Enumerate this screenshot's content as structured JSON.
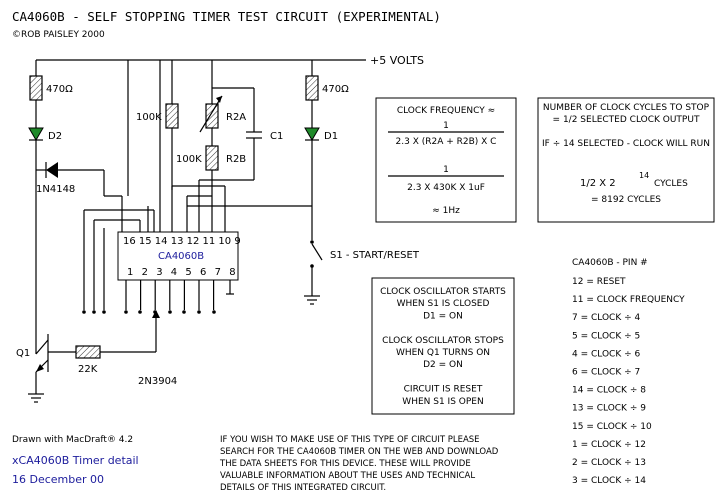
{
  "title": "CA4060B - SELF STOPPING TIMER TEST CIRCUIT  (EXPERIMENTAL)",
  "copyright": "©ROB PAISLEY 2000",
  "supply_label": "+5 VOLTS",
  "components": {
    "r_led2": "470Ω",
    "r_led1": "470Ω",
    "d2": "D2",
    "d1": "D1",
    "diode": "1N4148",
    "r100k_left": "100K",
    "r2a": "R2A",
    "r100k_r2b": "100K",
    "r2b": "R2B",
    "c1": "C1",
    "q1": "Q1",
    "r22k": "22K",
    "transistor": "2N3904",
    "s1": "S1 - START/RESET",
    "ic_name": "CA4060B",
    "ic_top_pins": "16 15 14 13 12 11 10  9",
    "ic_bottom_pins": [
      "1",
      "2",
      "3",
      "4",
      "5",
      "6",
      "7",
      "8"
    ]
  },
  "clock_freq_box": {
    "heading": "CLOCK FREQUENCY ≈",
    "num1": "1",
    "den1": "2.3 X (R2A + R2B) X C",
    "num2": "1",
    "den2": "2.3 X 430K X 1uF",
    "result": "≈ 1Hz"
  },
  "cycles_box": {
    "line1": "NUMBER OF CLOCK CYCLES TO STOP",
    "line2": "= 1/2 SELECTED CLOCK OUTPUT",
    "line3": "IF ÷ 14 SELECTED - CLOCK WILL RUN",
    "formula_base": "1/2  X  2",
    "formula_exp": "14",
    "formula_unit": "CYCLES",
    "result": "= 8192 CYCLES"
  },
  "osc_box": {
    "lines": [
      "CLOCK OSCILLATOR STARTS",
      "WHEN S1 IS CLOSED",
      "D1 = ON",
      "",
      "CLOCK OSCILLATOR STOPS",
      "WHEN Q1 TURNS ON",
      "D2 = ON",
      "",
      "CIRCUIT IS RESET",
      "WHEN S1 IS OPEN"
    ]
  },
  "pin_table": {
    "heading": "CA4060B - PIN #",
    "rows": [
      "12 = RESET",
      "11 = CLOCK FREQUENCY",
      "7 = CLOCK ÷ 4",
      "5 = CLOCK ÷ 5",
      "4 = CLOCK ÷ 6",
      "6 = CLOCK ÷ 7",
      "14 = CLOCK ÷ 8",
      "13 = CLOCK ÷ 9",
      "15 = CLOCK ÷ 10",
      "1 = CLOCK ÷ 12",
      "2 = CLOCK ÷ 13",
      "3 = CLOCK ÷ 14"
    ]
  },
  "footer": {
    "drawn_with": "Drawn with MacDraft® 4.2",
    "file_name": "xCA4060B Timer detail",
    "date": "16 December 00",
    "note_lines": [
      "IF YOU WISH TO MAKE USE OF THIS TYPE OF CIRCUIT PLEASE",
      "SEARCH FOR THE CA4060B TIMER ON THE WEB AND DOWNLOAD",
      "THE DATA SHEETS FOR THIS DEVICE.  THESE WILL PROVIDE",
      "VALUABLE INFORMATION ABOUT THE USES AND TECHNICAL",
      "DETAILS OF THIS INTEGRATED CIRCUIT."
    ]
  }
}
